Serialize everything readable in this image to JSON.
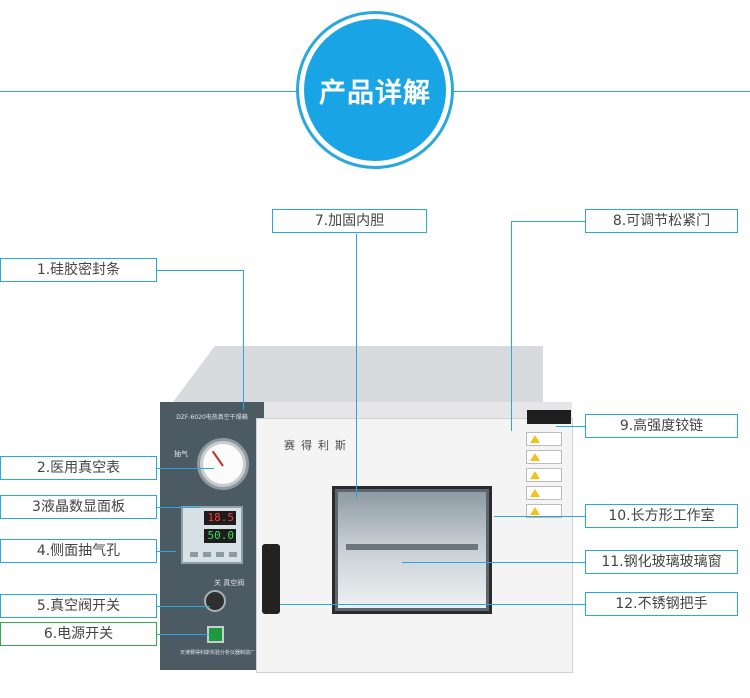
{
  "header": {
    "title": "产品详解"
  },
  "machine": {
    "model_plate": "DZF-6020电热真空干燥箱",
    "brand": "赛得利斯",
    "gauge_label": "抽气",
    "valve_label": "关 真空阀",
    "panel_footer": "天津赛得利斯实验分析仪器制造厂",
    "display": {
      "pv": "18.5",
      "sv": "50.0"
    }
  },
  "callouts": [
    {
      "id": "seal",
      "text": "1.硅胶密封条"
    },
    {
      "id": "gauge",
      "text": "2.医用真空表"
    },
    {
      "id": "lcd",
      "text": "3液晶数显面板"
    },
    {
      "id": "vent",
      "text": "4.侧面抽气孔"
    },
    {
      "id": "valve",
      "text": "5.真空阀开关"
    },
    {
      "id": "power",
      "text": "6.电源开关"
    },
    {
      "id": "liner",
      "text": "7.加固内胆"
    },
    {
      "id": "door",
      "text": "8.可调节松紧门"
    },
    {
      "id": "hinge",
      "text": "9.高强度铰链"
    },
    {
      "id": "chamber",
      "text": "10.长方形工作室"
    },
    {
      "id": "glass",
      "text": "11.钢化玻璃玻璃窗"
    },
    {
      "id": "handle",
      "text": "12.不锈钢把手"
    }
  ],
  "colors": {
    "accent": "#29a8e0",
    "badge": "#19a4e6",
    "panel": "#4b5a63"
  }
}
